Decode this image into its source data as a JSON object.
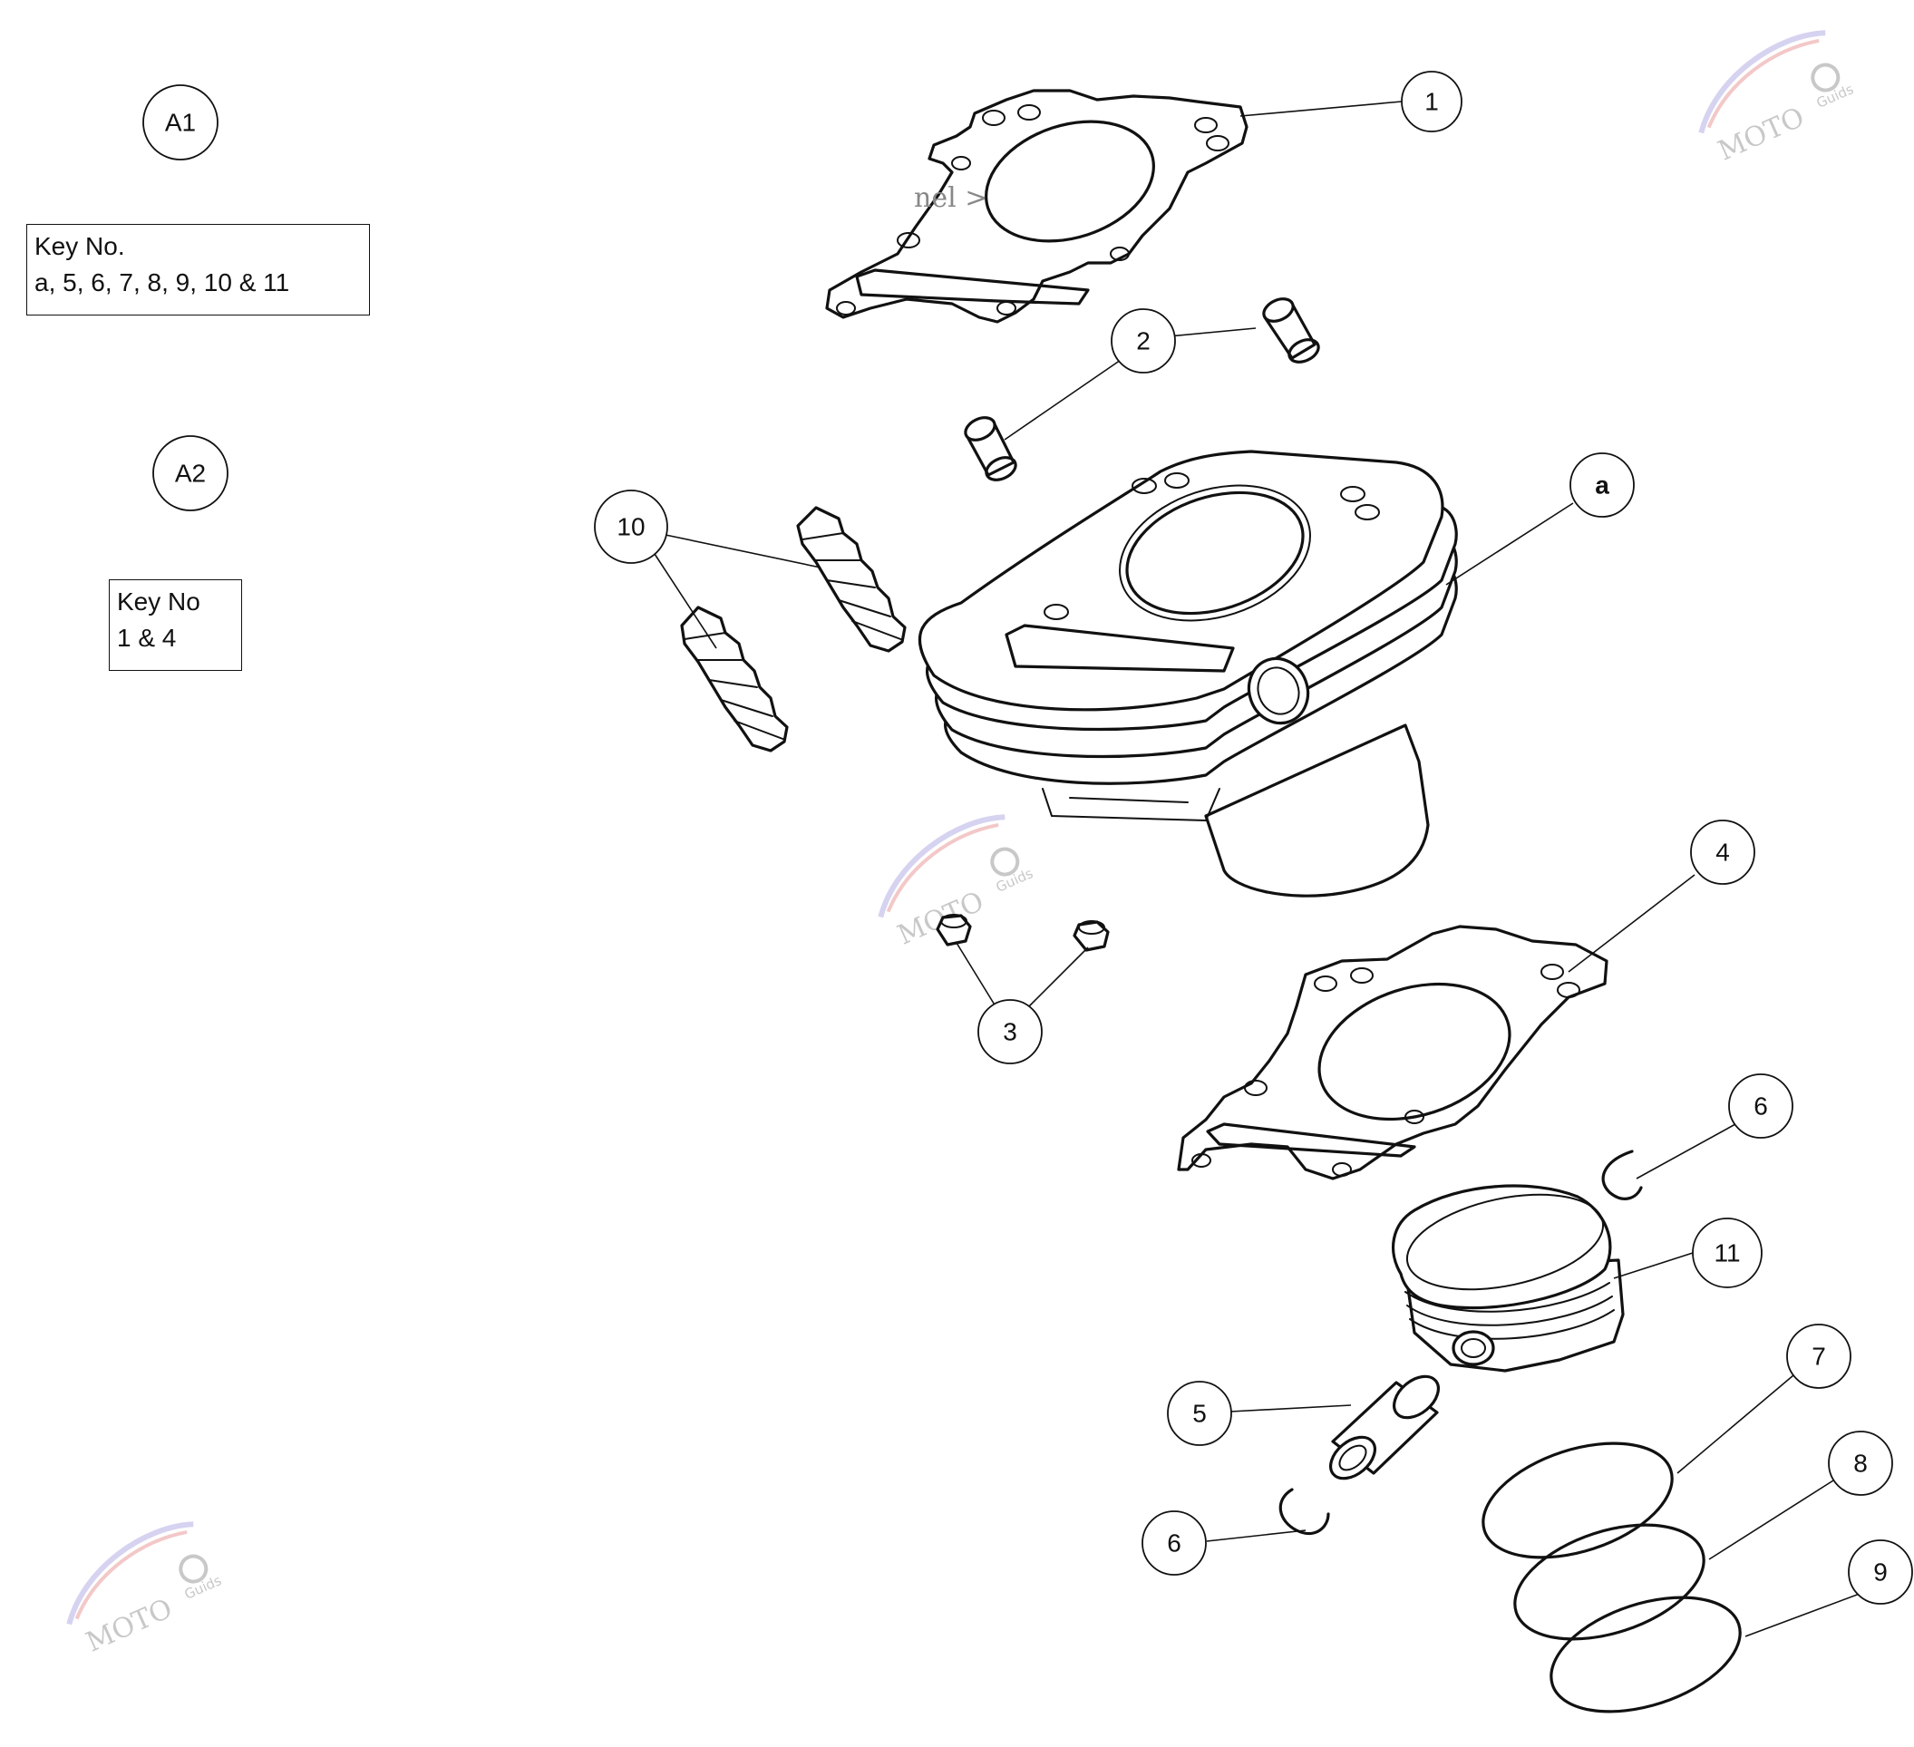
{
  "diagram_title": "",
  "group_labels": [
    {
      "id": "A1",
      "label": "A1"
    },
    {
      "id": "A2",
      "label": "A2"
    }
  ],
  "key_boxes": [
    {
      "id": "A1",
      "line1": "Key No.",
      "line2": "a, 5, 6, 7, 8, 9, 10 & 11"
    },
    {
      "id": "A2",
      "line1": "Key No",
      "line2": "1 & 4"
    }
  ],
  "callouts": [
    {
      "id": "1",
      "label": "1",
      "part": "cylinder-head-gasket"
    },
    {
      "id": "2",
      "label": "2",
      "part": "dowel-pin"
    },
    {
      "id": "a",
      "label": "a",
      "part": "cylinder"
    },
    {
      "id": "10",
      "label": "10",
      "part": "rubber-damper"
    },
    {
      "id": "3",
      "label": "3",
      "part": "nut"
    },
    {
      "id": "4",
      "label": "4",
      "part": "cylinder-base-gasket"
    },
    {
      "id": "6a",
      "label": "6",
      "part": "circlip"
    },
    {
      "id": "11",
      "label": "11",
      "part": "piston"
    },
    {
      "id": "5",
      "label": "5",
      "part": "piston-pin"
    },
    {
      "id": "6b",
      "label": "6",
      "part": "circlip"
    },
    {
      "id": "7",
      "label": "7",
      "part": "piston-ring-top"
    },
    {
      "id": "8",
      "label": "8",
      "part": "piston-ring-second"
    },
    {
      "id": "9",
      "label": "9",
      "part": "oil-ring"
    }
  ],
  "stray_text": "nel >",
  "watermark": {
    "logo_text": "MOTO",
    "tagline": "Guids",
    "color": "#c8c8c8"
  }
}
